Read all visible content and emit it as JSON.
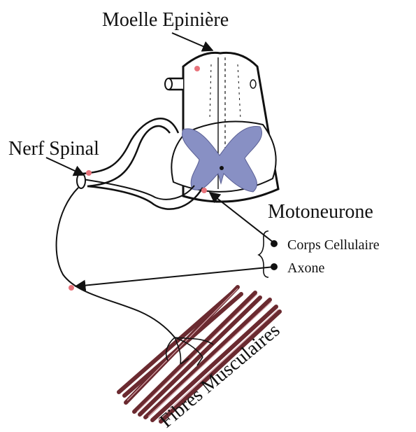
{
  "labels": {
    "moelle": "Moelle Epinière",
    "nerf": "Nerf Spinal",
    "motoneurone": "Motoneurone",
    "corps": "Corps Cellulaire",
    "axone": "Axone",
    "fibres": "Fibres Musculaires"
  },
  "colors": {
    "grey_matter": "#8890c4",
    "point": "#e8747c",
    "muscle": "#6b2a30"
  }
}
